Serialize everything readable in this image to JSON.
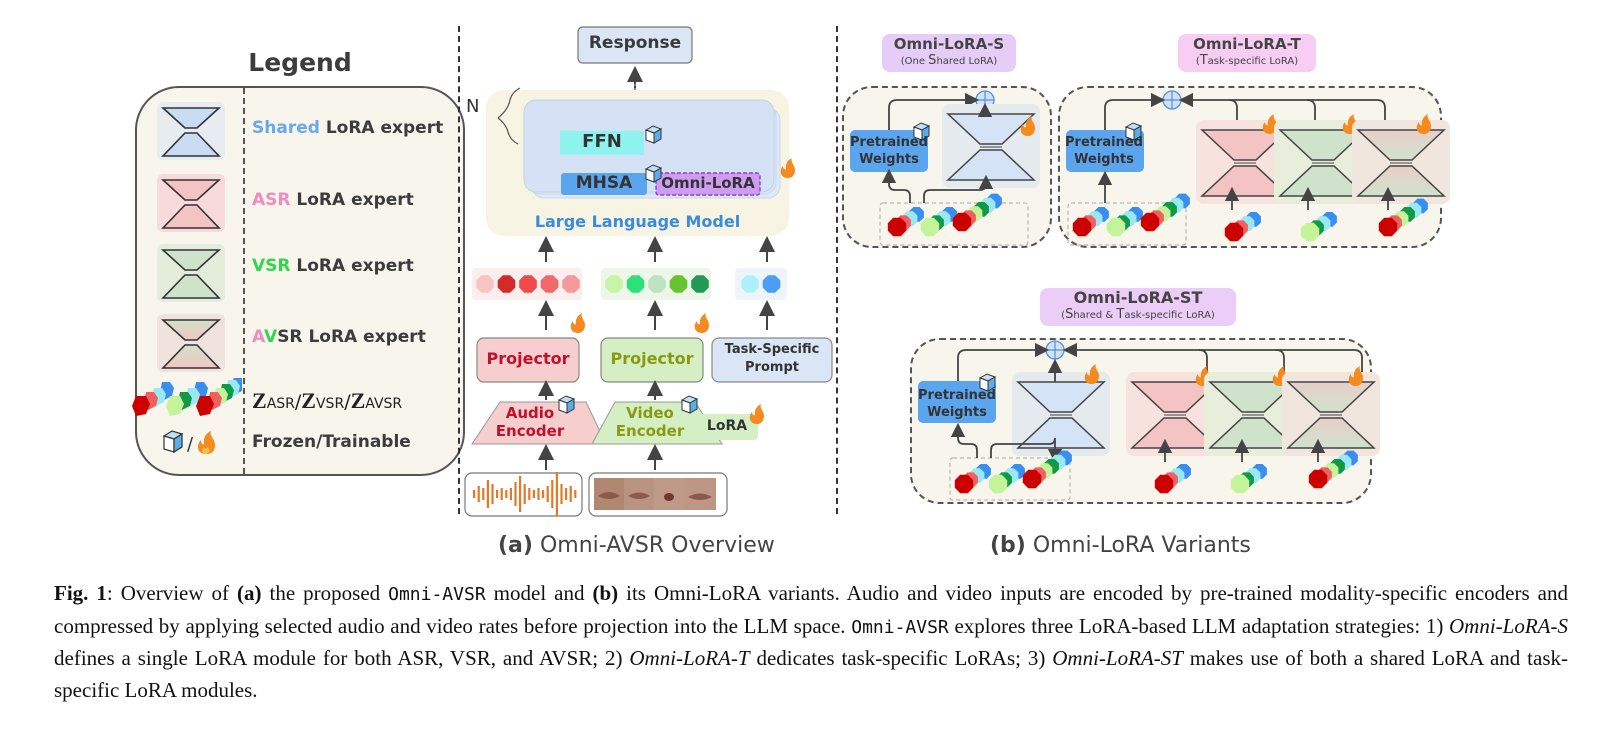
{
  "legend": {
    "title": "Legend",
    "items": [
      {
        "kind": "shared",
        "colored_prefix": "Shared",
        "label_rest": " LoRA expert",
        "prefix_color": "#6aa8e8",
        "tile_fill": "#c9dcf4",
        "tile_bg": "#e6ecf0"
      },
      {
        "kind": "asr",
        "colored_prefix": "ASR",
        "label_rest": " LoRA expert",
        "prefix_color": "#f08cbf",
        "tile_fill": "#f4c4c4",
        "tile_bg": "#f8dada"
      },
      {
        "kind": "vsr",
        "colored_prefix": "VSR",
        "label_rest": " LoRA expert",
        "prefix_color": "#2fd84a",
        "tile_fill": "#cfe2cc",
        "tile_bg": "#e4ecdc"
      },
      {
        "kind": "avsr",
        "colored_prefix_a": "A",
        "colored_prefix_v": "V",
        "label_rest": "SR LoRA expert",
        "prefix_color_a": "#f08cbf",
        "prefix_color_v": "#2fd84a",
        "tile_fill": "#dccfc6",
        "tile_bg": "#ece4dc"
      }
    ],
    "tokens_label": {
      "z": "Z",
      "asr": "ASR",
      "vsr": "VSR",
      "avsr": "AVSR",
      "sep": "/"
    },
    "frozen_trainable_label": "Frozen/Trainable",
    "frozen_icon": "ice-cube-icon",
    "trainable_icon": "flame-icon"
  },
  "overview": {
    "response": "Response",
    "n_label": "N",
    "ffn": "FFN",
    "mhsa": "MHSA",
    "omni_lora": "Omni-LoRA",
    "llm_label": "Large Language Model",
    "audio_projector": "Projector",
    "video_projector": "Projector",
    "task_prompt_line1": "Task-Specific",
    "task_prompt_line2": "Prompt",
    "audio_encoder_line1": "Audio",
    "audio_encoder_line2": "Encoder",
    "video_encoder_line1": "Video",
    "video_encoder_line2": "Encoder",
    "video_lora": "LoRA",
    "audio_tokens": [
      "#f9c4c4",
      "#d42a2a",
      "#f04a4a",
      "#f06a6a",
      "#f59a9a"
    ],
    "video_tokens": [
      "#c8f4a8",
      "#2ee07a",
      "#bde3c0",
      "#66c430",
      "#229a55"
    ],
    "prompt_tokens": [
      "#aef0fa",
      "#4a9ef5"
    ],
    "caption_letter": "(a)",
    "caption_text": " Omni-AVSR Overview"
  },
  "variants": {
    "s": {
      "title": "Omni-LoRA-S",
      "subtitle_pre": "(One ",
      "subtitle_big": "S",
      "subtitle_post": "hared LoRA)",
      "title_bg": "#e6cdf7"
    },
    "t": {
      "title": "Omni-LoRA-T",
      "subtitle_pre": "(",
      "subtitle_big": "T",
      "subtitle_post": "ask-specific LoRA)",
      "title_bg": "#f7cdf3"
    },
    "st": {
      "title": "Omni-LoRA-ST",
      "subtitle_pre": "(",
      "subtitle_big": "S",
      "subtitle_mid": "hared & ",
      "subtitle_big2": "T",
      "subtitle_post": "ask-specific LoRA)",
      "title_bg": "#ebcdf7"
    },
    "pretrained_line1": "Pretrained",
    "pretrained_line2": "Weights",
    "caption_letter": "(b)",
    "caption_text": " Omni-LoRA Variants"
  },
  "caption": {
    "fig_label": "Fig. 1",
    "t1": ": Overview of ",
    "a": "(a)",
    "t2": " the proposed ",
    "model_mono": "Omni-AVSR",
    "t3": " model and ",
    "b": "(b)",
    "t4": " its Omni-LoRA variants. Audio and video inputs are encoded by pre-trained modality-specific encoders and compressed by applying selected audio and video rates before projection into the LLM space. ",
    "model_mono2": "Omni-AVSR",
    "t5": " explores three LoRA-based LLM adaptation strategies: 1) ",
    "s_it": "Omni-LoRA-S",
    "t6": " defines a single LoRA module for both ASR, VSR, and AVSR; 2) ",
    "t_it": "Omni-LoRA-T",
    "t7": " dedicates task-specific LoRAs; 3) ",
    "st_it": "Omni-LoRA-ST",
    "t8": " makes use of both a shared LoRA and task-specific LoRA modules."
  }
}
